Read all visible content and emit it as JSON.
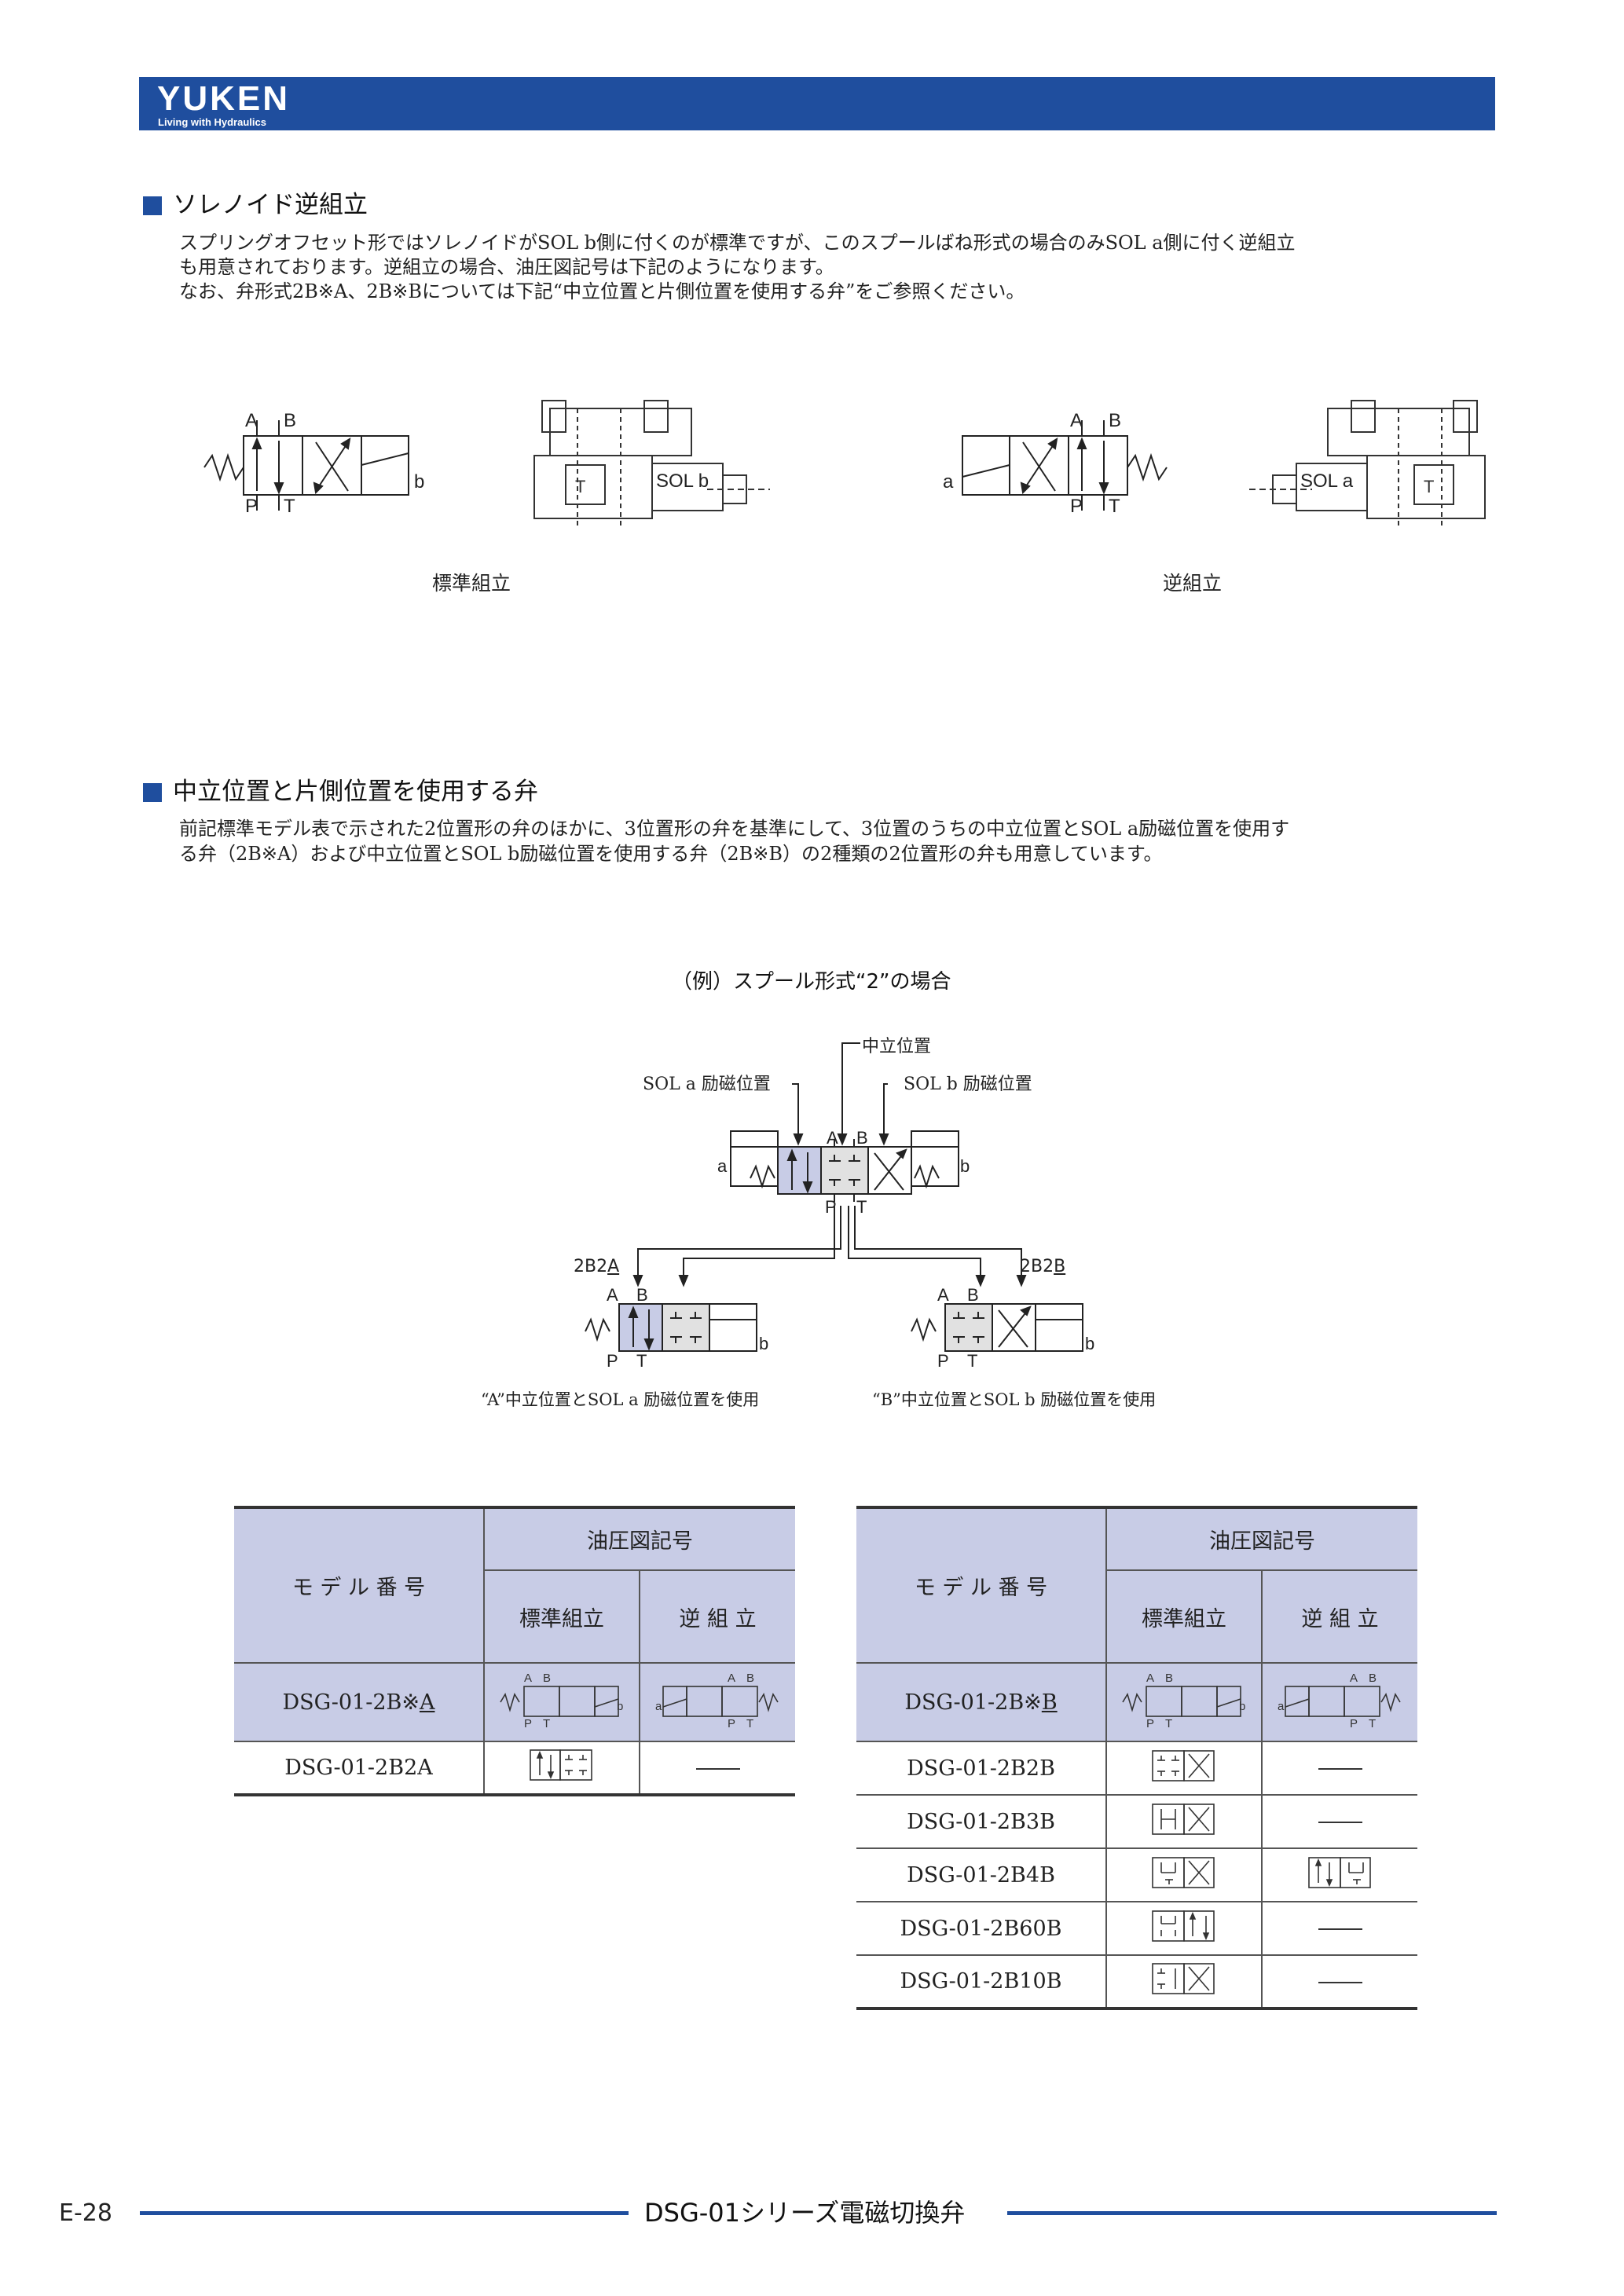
{
  "header": {
    "logo": "YUKEN",
    "tagline": "Living with Hydraulics"
  },
  "section1": {
    "heading": "ソレノイド逆組立",
    "lines": [
      "スプリングオフセット形ではソレノイドがSOL b側に付くのが標準ですが、このスプールばね形式の場合のみSOL a側に付く逆組立",
      "も用意されております。逆組立の場合、油圧図記号は下記のようになります。",
      "なお、弁形式2B※A、2B※Bについては下記“中立位置と片側位置を使用する弁”をご参照ください。"
    ],
    "figure": {
      "std_caption": "標準組立",
      "rev_caption": "逆組立",
      "port_a": "A",
      "port_b": "B",
      "port_p": "P",
      "port_t": "T",
      "sol_a_end": "a",
      "sol_b_end": "b",
      "sol_b_label": "SOL b",
      "sol_a_label": "SOL a"
    }
  },
  "section2": {
    "heading": "中立位置と片側位置を使用する弁",
    "lines": [
      "前記標準モデル表で示された2位置形の弁のほかに、3位置形の弁を基準にして、3位置のうちの中立位置とSOL a励磁位置を使用す",
      "る弁（2B※A）および中立位置とSOL b励磁位置を使用する弁（2B※B）の2種類の2位置形の弁も用意しています。"
    ],
    "example": {
      "title": "（例）スプール形式“2”の場合",
      "center_label": "中立位置",
      "sol_a_label": "SOL a 励磁位置",
      "sol_b_label": "SOL b 励磁位置",
      "left_code_base": "2B2",
      "left_code_suffix": "A",
      "right_code_base": "2B2",
      "right_code_suffix": "B",
      "left_note": "“A”中立位置とSOL a 励磁位置を使用",
      "right_note": "“B”中立位置とSOL b 励磁位置を使用"
    }
  },
  "table_left": {
    "model_header": "モ デ ル 番 号",
    "symbol_header": "油圧図記号",
    "std_header": "標準組立",
    "rev_header": "逆 組 立",
    "type_row_base": "DSG-01-2B※",
    "type_row_suffix": "A",
    "rows": [
      {
        "model": "DSG-01-2B2A",
        "std": "2",
        "rev": "none"
      }
    ]
  },
  "table_right": {
    "model_header": "モ デ ル 番 号",
    "symbol_header": "油圧図記号",
    "std_header": "標準組立",
    "rev_header": "逆 組 立",
    "type_row_base": "DSG-01-2B※",
    "type_row_suffix": "B",
    "rows": [
      {
        "model": "DSG-01-2B2B",
        "std": "2",
        "rev": "none"
      },
      {
        "model": "DSG-01-2B3B",
        "std": "3",
        "rev": "none"
      },
      {
        "model": "DSG-01-2B4B",
        "std": "4",
        "rev": "4"
      },
      {
        "model": "DSG-01-2B60B",
        "std": "60",
        "rev": "none"
      },
      {
        "model": "DSG-01-2B10B",
        "std": "10",
        "rev": "none"
      }
    ]
  },
  "footer": {
    "page": "E-28",
    "title": "DSG-01シリーズ電磁切換弁"
  },
  "colors": {
    "brand_blue": "#1f4e9e",
    "table_header": "#c8cce6",
    "spool_highlight": "#c8cce6"
  }
}
